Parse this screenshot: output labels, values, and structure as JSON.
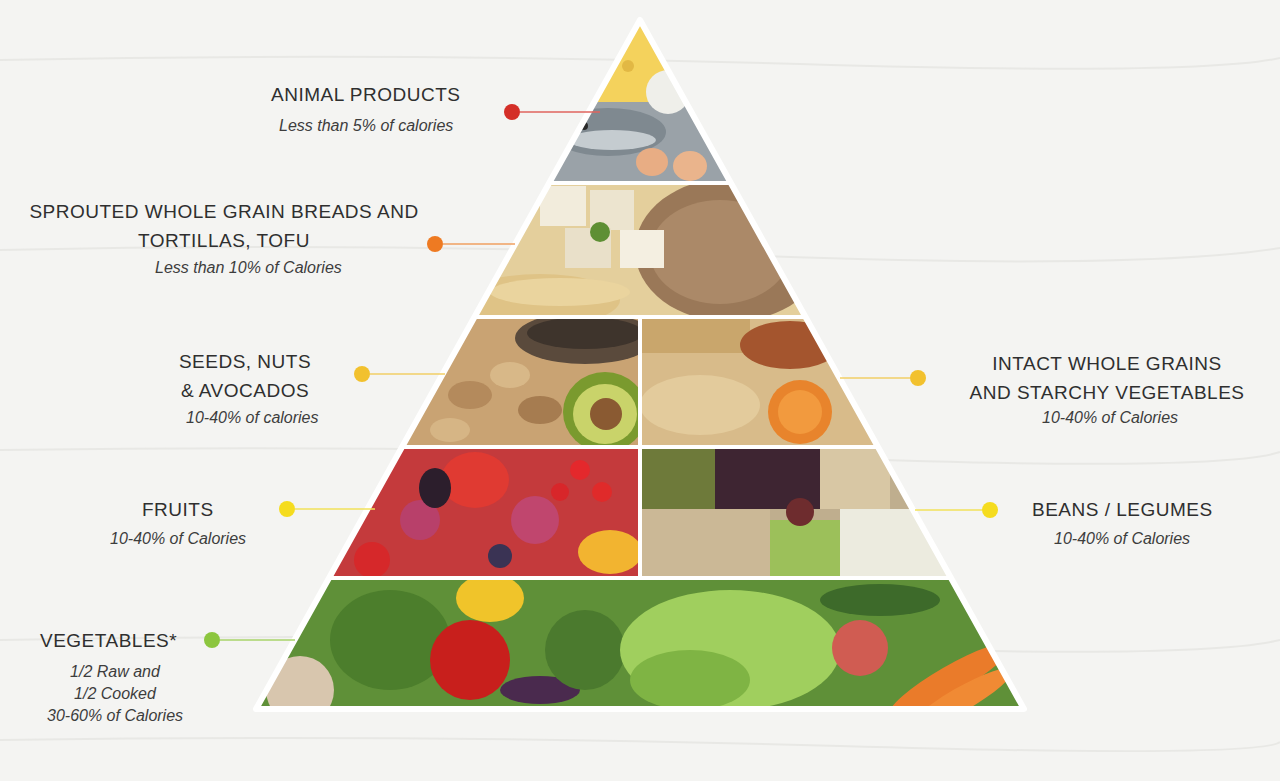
{
  "diagram": {
    "labels": [
      "ANIMAL PRODUCTS",
      "Less than 5% of calories",
      "SPROUTED WHOLE GRAIN BREADS AND TORTILLAS, TOFU",
      "Less than 10% of Calories",
      "SEEDS, NUTS & AVOCADOS",
      "10-40% of calories",
      "INTACT WHOLE GRAINS AND STARCHY VEGETABLES",
      "10-40% of Calories",
      "FRUITS",
      "10-40% of Calories",
      "BEANS / LEGUMES",
      "10-40% of Calories",
      "VEGETABLES*",
      "1/2 Raw and 1/2 Cooked",
      "30-60% of Calories"
    ]
  }
}
